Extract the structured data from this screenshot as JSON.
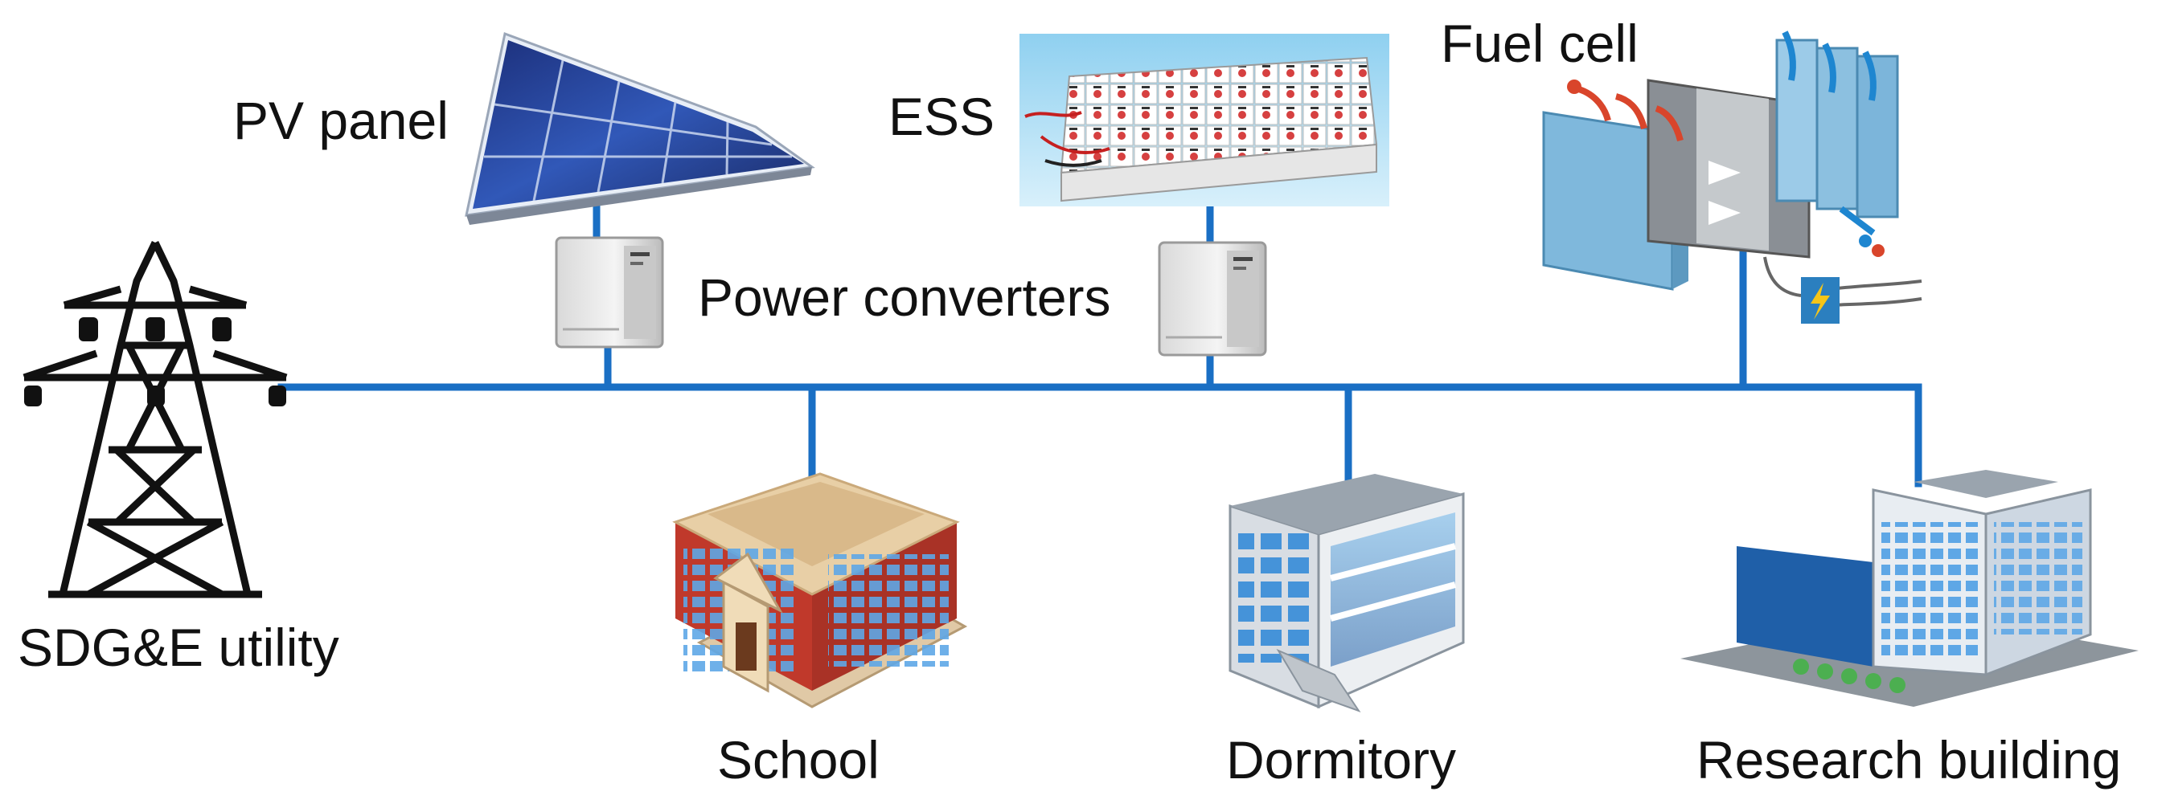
{
  "labels": {
    "pv_panel": "PV panel",
    "ess": "ESS",
    "fuel_cell": "Fuel cell",
    "power_converters": "Power converters",
    "utility": "SDG&E utility",
    "school": "School",
    "dormitory": "Dormitory",
    "research_building": "Research building"
  },
  "icons": {
    "pv": "solar-panel-icon",
    "ess": "battery-pack-icon",
    "fuel_cell": "fuel-cell-icon",
    "converter": "power-converter-icon",
    "tower": "transmission-tower-icon",
    "school": "school-building-icon",
    "dormitory": "dormitory-building-icon",
    "research": "research-building-icon"
  },
  "colors": {
    "bus": "#1a6fc4",
    "ess_bg": "#a9dcf5",
    "school_brick": "#c0392b",
    "building_blue": "#2c78c8"
  }
}
